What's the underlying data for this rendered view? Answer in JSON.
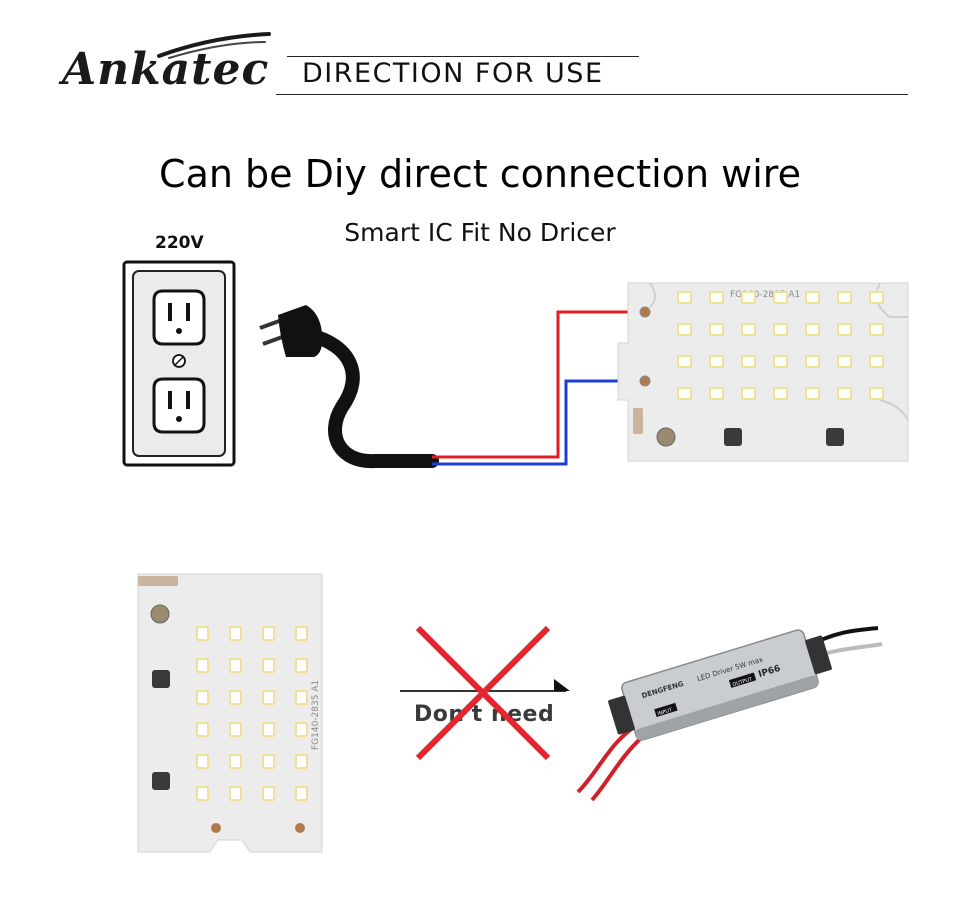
{
  "brand": {
    "name": "Ankatec"
  },
  "header": {
    "title": "DIRECTION FOR USE"
  },
  "main": {
    "heading": "Can be Diy direct connection wire",
    "subheading": "Smart IC Fit No Dricer"
  },
  "outlet": {
    "voltage": "220V"
  },
  "board_top": {
    "silkscreen": "FG140-2835 A1"
  },
  "board_bottom": {
    "silkscreen": "FG140-2835 A1"
  },
  "no_driver": {
    "label": "Don't need"
  },
  "driver": {
    "brand": "DENGFENG",
    "model": "LED Driver 5W max",
    "rating": "IP66",
    "input_tag": "INPUT",
    "output_tag": "OUTPUT"
  },
  "colors": {
    "wire_live": "#e01e26",
    "wire_neutral": "#1a3fd0",
    "cross": "#e3262d",
    "board": "#ececec"
  }
}
